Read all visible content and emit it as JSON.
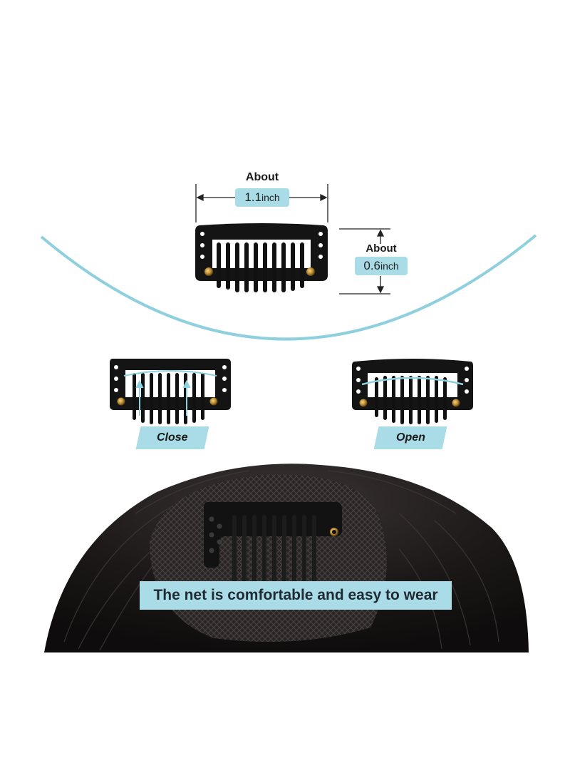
{
  "size_label": {
    "width_about": "About",
    "width_value": "1.1",
    "width_unit": "inch",
    "height_about": "About",
    "height_value": "0.6",
    "height_unit": "inch"
  },
  "states": {
    "close_label": "Close",
    "open_label": "Open"
  },
  "banner": {
    "text": "The net is comfortable and easy to wear"
  },
  "colors": {
    "accent": "#a9dce6",
    "arc": "#8fd0de",
    "clip": "#111111",
    "hair": "#1b1616"
  }
}
